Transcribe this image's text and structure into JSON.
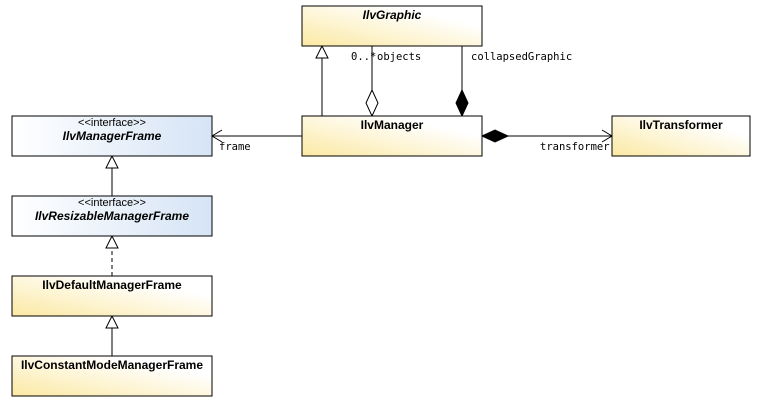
{
  "colors": {
    "class_fill": "#fbe9a3",
    "class_fill_end": "#ffffff",
    "interface_fill": "#d6e4f5",
    "interface_fill_end": "#ffffff",
    "stroke": "#000000"
  },
  "classes": {
    "ilvgraphic": {
      "name": "IlvGraphic"
    },
    "ilvmanager": {
      "name": "IlvManager"
    },
    "ilvtransformer": {
      "name": "IlvTransformer"
    },
    "ilvmanagerframe": {
      "stereotype": "<<interface>>",
      "name": "IlvManagerFrame"
    },
    "ilvresizablemanagerframe": {
      "stereotype": "<<interface>>",
      "name": "IlvResizableManagerFrame"
    },
    "ilvdefaultmanagerframe": {
      "name": "IlvDefaultManagerFrame"
    },
    "ilvconstantmodemanagerframe": {
      "name": "IlvConstantModeManagerFrame"
    }
  },
  "relations": {
    "objects": {
      "multiplicity": "0..*",
      "role": "objects"
    },
    "collapsed": {
      "role": "collapsedGraphic"
    },
    "frame": {
      "role": "frame"
    },
    "transformer": {
      "role": "transformer"
    }
  }
}
